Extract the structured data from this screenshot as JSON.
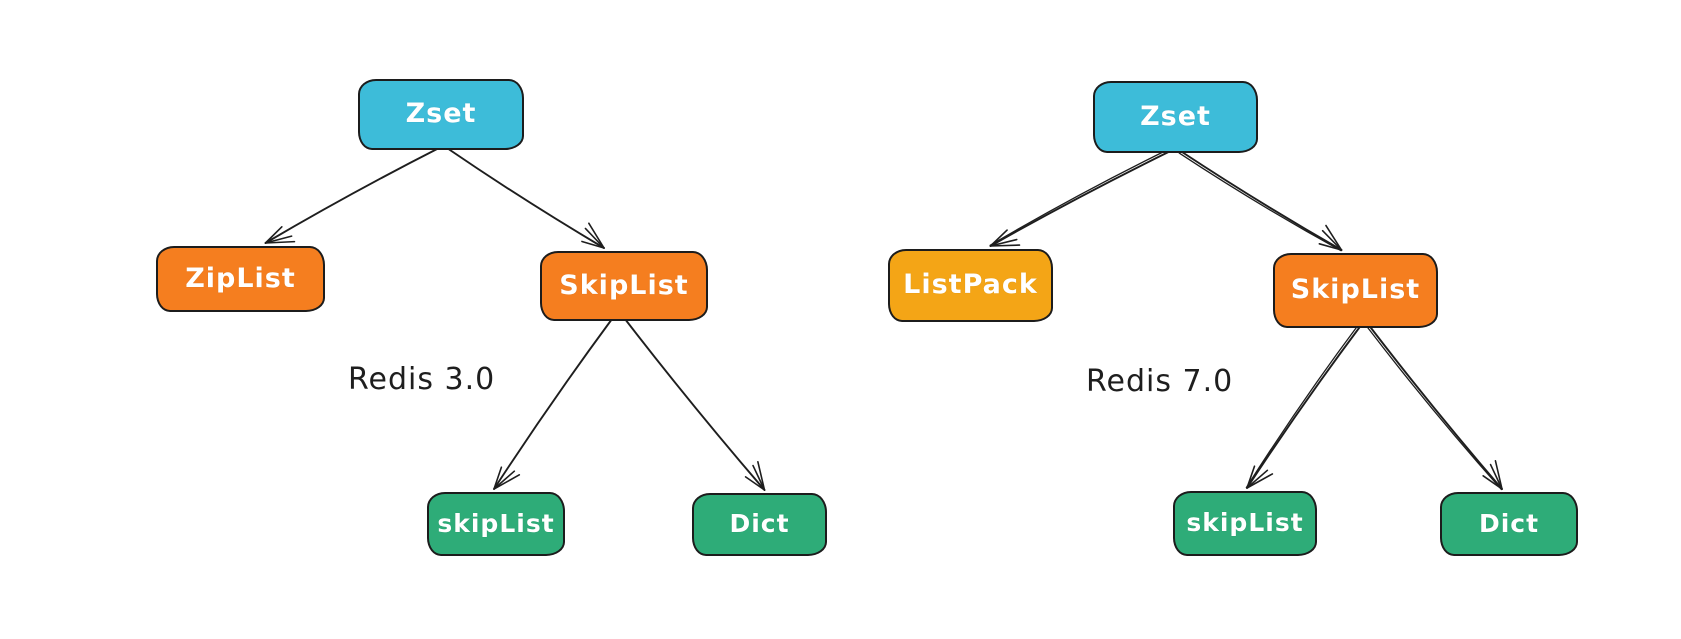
{
  "diagram": {
    "type": "tree-comparison",
    "topic": "Redis Zset underlying encodings",
    "colors": {
      "zset": "#3dbcd9",
      "branch": "#f57e1f",
      "listpack": "#f4a516",
      "leaf": "#2eac78",
      "stroke": "#1e1e1e",
      "node_text": "#ffffff",
      "label_text": "#1e1e1e",
      "background": "#ffffff"
    },
    "trees": [
      {
        "label": "Redis 3.0",
        "nodes": [
          {
            "id": "t0-zset",
            "label": "Zset"
          },
          {
            "id": "t0-ziplist",
            "label": "ZipList"
          },
          {
            "id": "t0-skiplist",
            "label": "SkipList"
          },
          {
            "id": "t0-skiplist-impl",
            "label": "skipList"
          },
          {
            "id": "t0-dict",
            "label": "Dict"
          }
        ],
        "edges": [
          {
            "from": "t0-zset",
            "to": "t0-ziplist",
            "sdx": -2,
            "edx": 25,
            "double": false
          },
          {
            "from": "t0-zset",
            "to": "t0-skiplist",
            "sdx": 6,
            "edx": -20,
            "double": false
          },
          {
            "from": "t0-skiplist",
            "to": "t0-skiplist-impl",
            "sdx": -12,
            "edx": -2,
            "double": false
          },
          {
            "from": "t0-skiplist",
            "to": "t0-dict",
            "sdx": 1,
            "edx": 5,
            "double": false
          }
        ]
      },
      {
        "label": "Redis 7.0",
        "nodes": [
          {
            "id": "t1-zset",
            "label": "Zset"
          },
          {
            "id": "t1-listpack",
            "label": "ListPack"
          },
          {
            "id": "t1-skiplist",
            "label": "SkipList"
          },
          {
            "id": "t1-skiplist-impl",
            "label": "skipList"
          },
          {
            "id": "t1-dict",
            "label": "Dict"
          }
        ],
        "edges": [
          {
            "from": "t1-zset",
            "to": "t1-listpack",
            "sdx": -5,
            "edx": 20,
            "double": true
          },
          {
            "from": "t1-zset",
            "to": "t1-skiplist",
            "sdx": 5,
            "edx": -14,
            "double": true
          },
          {
            "from": "t1-skiplist",
            "to": "t1-skiplist-impl",
            "sdx": 5,
            "edx": 2,
            "double": true
          },
          {
            "from": "t1-skiplist",
            "to": "t1-dict",
            "sdx": 14,
            "edx": -7,
            "double": true
          }
        ]
      }
    ]
  }
}
